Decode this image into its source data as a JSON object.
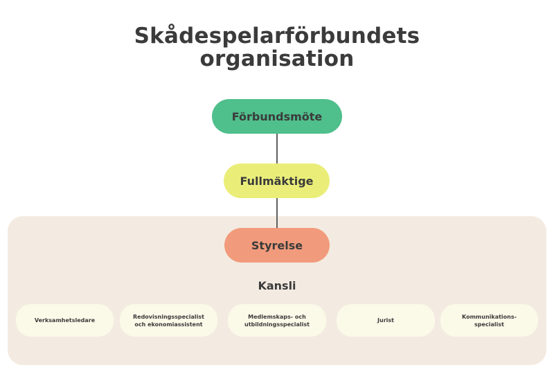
{
  "title": {
    "line1": "Skådespelarförbundets",
    "line2": "organisation"
  },
  "nodes": {
    "forbundsmote": "Förbundsmöte",
    "fullmaktige": "Fullmäktige",
    "styrelse": "Styrelse"
  },
  "kansli": {
    "label": "Kansli",
    "staff": [
      "Verksamhetsledare",
      "Redovisningsspecialist\noch ekonomiassistent",
      "Medlemskaps- och\nutbildningsspecialist",
      "Jurist",
      "Kommunikations-\nspecialist"
    ]
  },
  "colors": {
    "forbundsmote": "#4fbf8c",
    "fullmaktige": "#eaee79",
    "styrelse": "#f19b7c",
    "panel": "#f3ebe1",
    "staff_box": "#fbf9e8"
  }
}
